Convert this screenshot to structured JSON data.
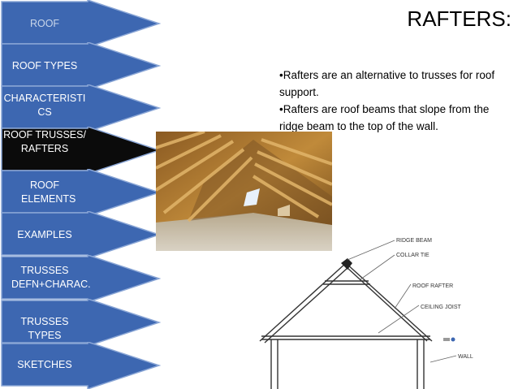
{
  "title": "RAFTERS:",
  "bullets": [
    "•Rafters are an alternative to trusses for roof support.",
    "•Rafters are roof beams that slope from the ridge beam to the top of the wall."
  ],
  "nav": [
    {
      "label": "ROOF",
      "active": false
    },
    {
      "label": "ROOF TYPES",
      "active": false
    },
    {
      "label": "CHARACTERISTICS",
      "active": false
    },
    {
      "label": "ROOF TRUSSES/RAFTERS",
      "active": true
    },
    {
      "label": "ROOF ELEMENTS",
      "active": false
    },
    {
      "label": "EXAMPLES",
      "active": false
    },
    {
      "label": "TRUSSES DEFN+CHARAC.",
      "active": false
    },
    {
      "label": "TRUSSES TYPES",
      "active": false
    },
    {
      "label": "SKETCHES",
      "active": false
    }
  ],
  "diagram_labels": {
    "ridge_beam": "RIDGE BEAM",
    "collar_tie": "COLLAR TIE",
    "roof_rafter": "ROOF RAFTER",
    "ceiling_joist": "CEILING JOIST",
    "wall": "WALL"
  },
  "colors": {
    "nav_fill": "#3d67b1",
    "nav_stroke": "#8aa6d6",
    "nav_active": "#0b0b0b"
  }
}
